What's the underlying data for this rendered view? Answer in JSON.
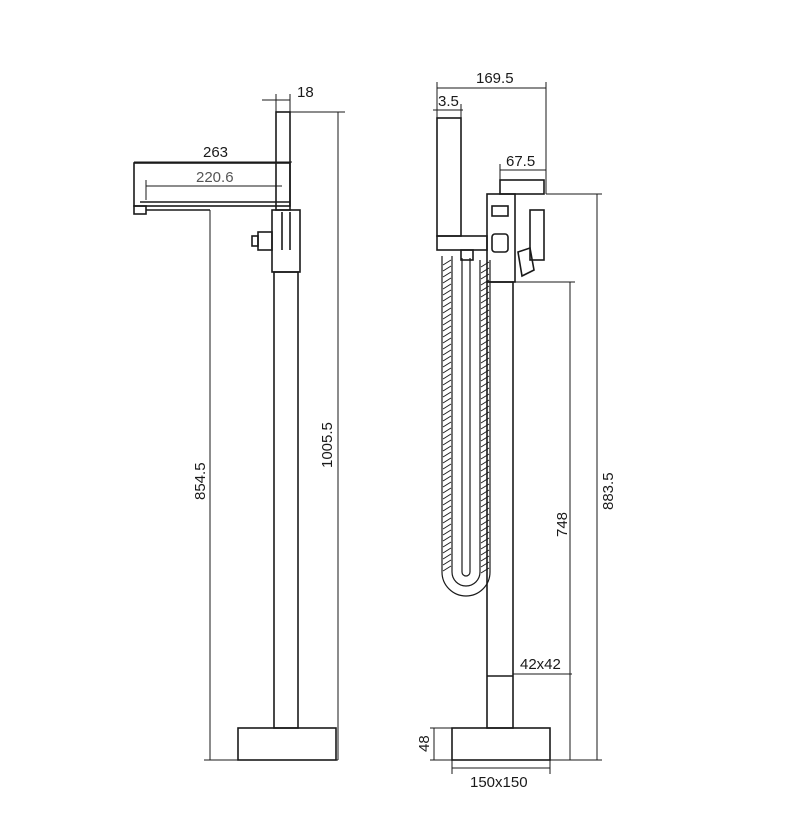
{
  "side_view": {
    "dims": {
      "pipe_width": "18",
      "spout_length": "263",
      "spout_reach": "220.6",
      "spout_height": "854.5",
      "total_height": "1005.5"
    }
  },
  "front_view": {
    "dims": {
      "overall_depth": "169.5",
      "handshower_offset": "3.5",
      "spout_depth": "67.5",
      "spout_height": "883.5",
      "riser_height": "748",
      "riser_section": "42x42",
      "base_height": "48",
      "base_size": "150x150"
    }
  }
}
